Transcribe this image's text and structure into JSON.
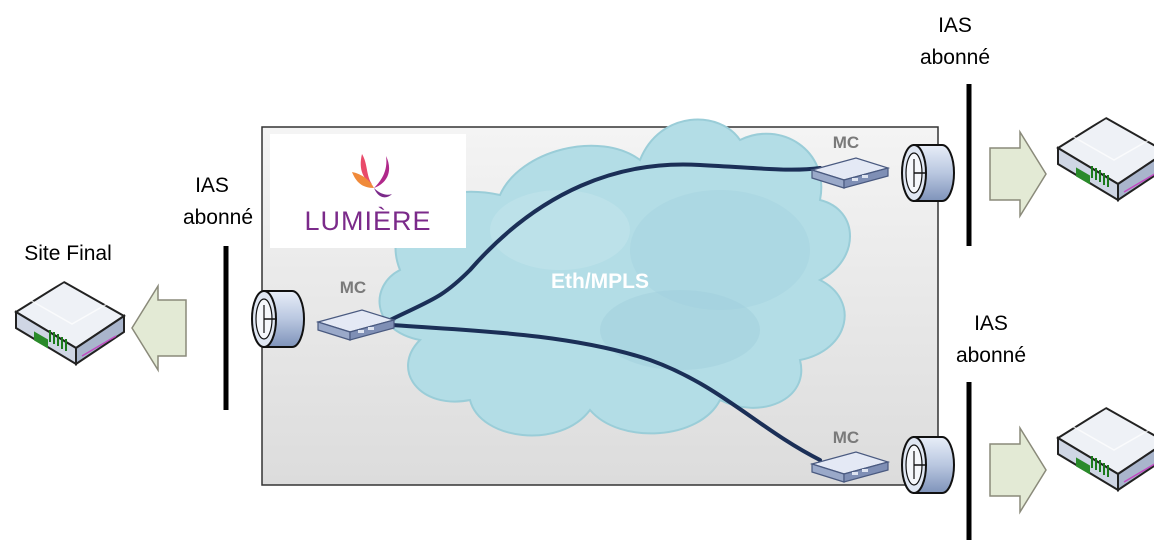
{
  "logo": {
    "brand": "LUMIÈRE"
  },
  "network": {
    "label": "Eth/MPLS"
  },
  "devices": {
    "mc_label": "MC"
  },
  "sites": {
    "left": {
      "line1": "IAS",
      "line2": "abonné",
      "site_label": "Site Final"
    },
    "right_top": {
      "line1": "IAS",
      "line2": "abonné"
    },
    "right_bottom": {
      "line1": "IAS",
      "line2": "abonné"
    }
  },
  "colors": {
    "cloud": "#b3dde6",
    "cloud_shade": "#9fcfdb",
    "network_box": "#f2f2f2",
    "link": "#1b2f57",
    "arrow_fill": "#e3ead5",
    "mc_text": "#7a7a7a",
    "device_body": "#c9d1e6",
    "logo_purple": "#7b2a8a"
  }
}
